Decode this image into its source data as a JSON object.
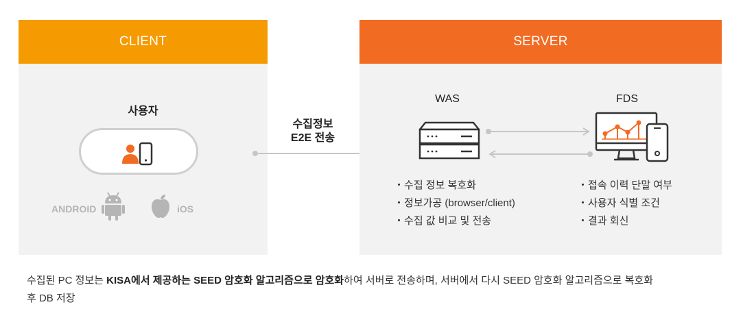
{
  "client": {
    "header": "CLIENT",
    "user_label": "사용자",
    "os": [
      "ANDROID",
      "iOS"
    ]
  },
  "server": {
    "header": "SERVER",
    "was_label": "WAS",
    "fds_label": "FDS",
    "was_items": [
      "수집 정보 복호화",
      "정보가공 (browser/client)",
      "수집 값 비교 및 전송"
    ],
    "fds_items": [
      "접속 이력 단말 여부",
      "사용자 식별 조건",
      "결과 회신"
    ]
  },
  "transfer": {
    "line1": "수집정보",
    "line2": "E2E 전송"
  },
  "caption": {
    "part1": "수집된 PC 정보는 ",
    "bold": "KISA에서 제공하는 SEED 암호화 알고리즘으로 암호화",
    "part2": "하여 서버로 전송하며, 서버에서 다시 SEED 암호화 알고리즘으로 복호화",
    "line2": "후 DB 저장"
  },
  "colors": {
    "client_header": "#f59a00",
    "server_header": "#f26b22",
    "accent_orange": "#f26b22",
    "panel_bg": "#f2f2f2",
    "icon_dark": "#333333",
    "os_gray": "#b5b5b5"
  }
}
